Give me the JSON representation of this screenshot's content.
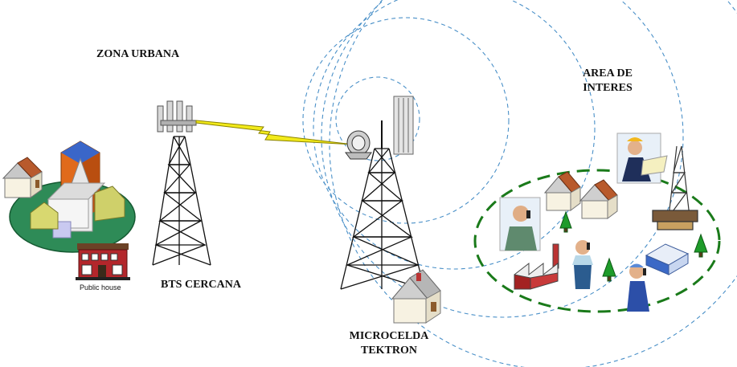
{
  "labels": {
    "urban_zone": "ZONA URBANA",
    "public_house": "Public house",
    "bts": "BTS CERCANA",
    "microcell_line1": "MICROCELDA",
    "microcell_line2": "TEKTRON",
    "area_line1": "AREA DE",
    "area_line2": "INTERES"
  },
  "colors": {
    "coverage_rings": "#4a90c8",
    "interest_area": "#1a7a1a",
    "radio_link": "#f2ea1a",
    "urban_ground": "#2e8b57"
  }
}
